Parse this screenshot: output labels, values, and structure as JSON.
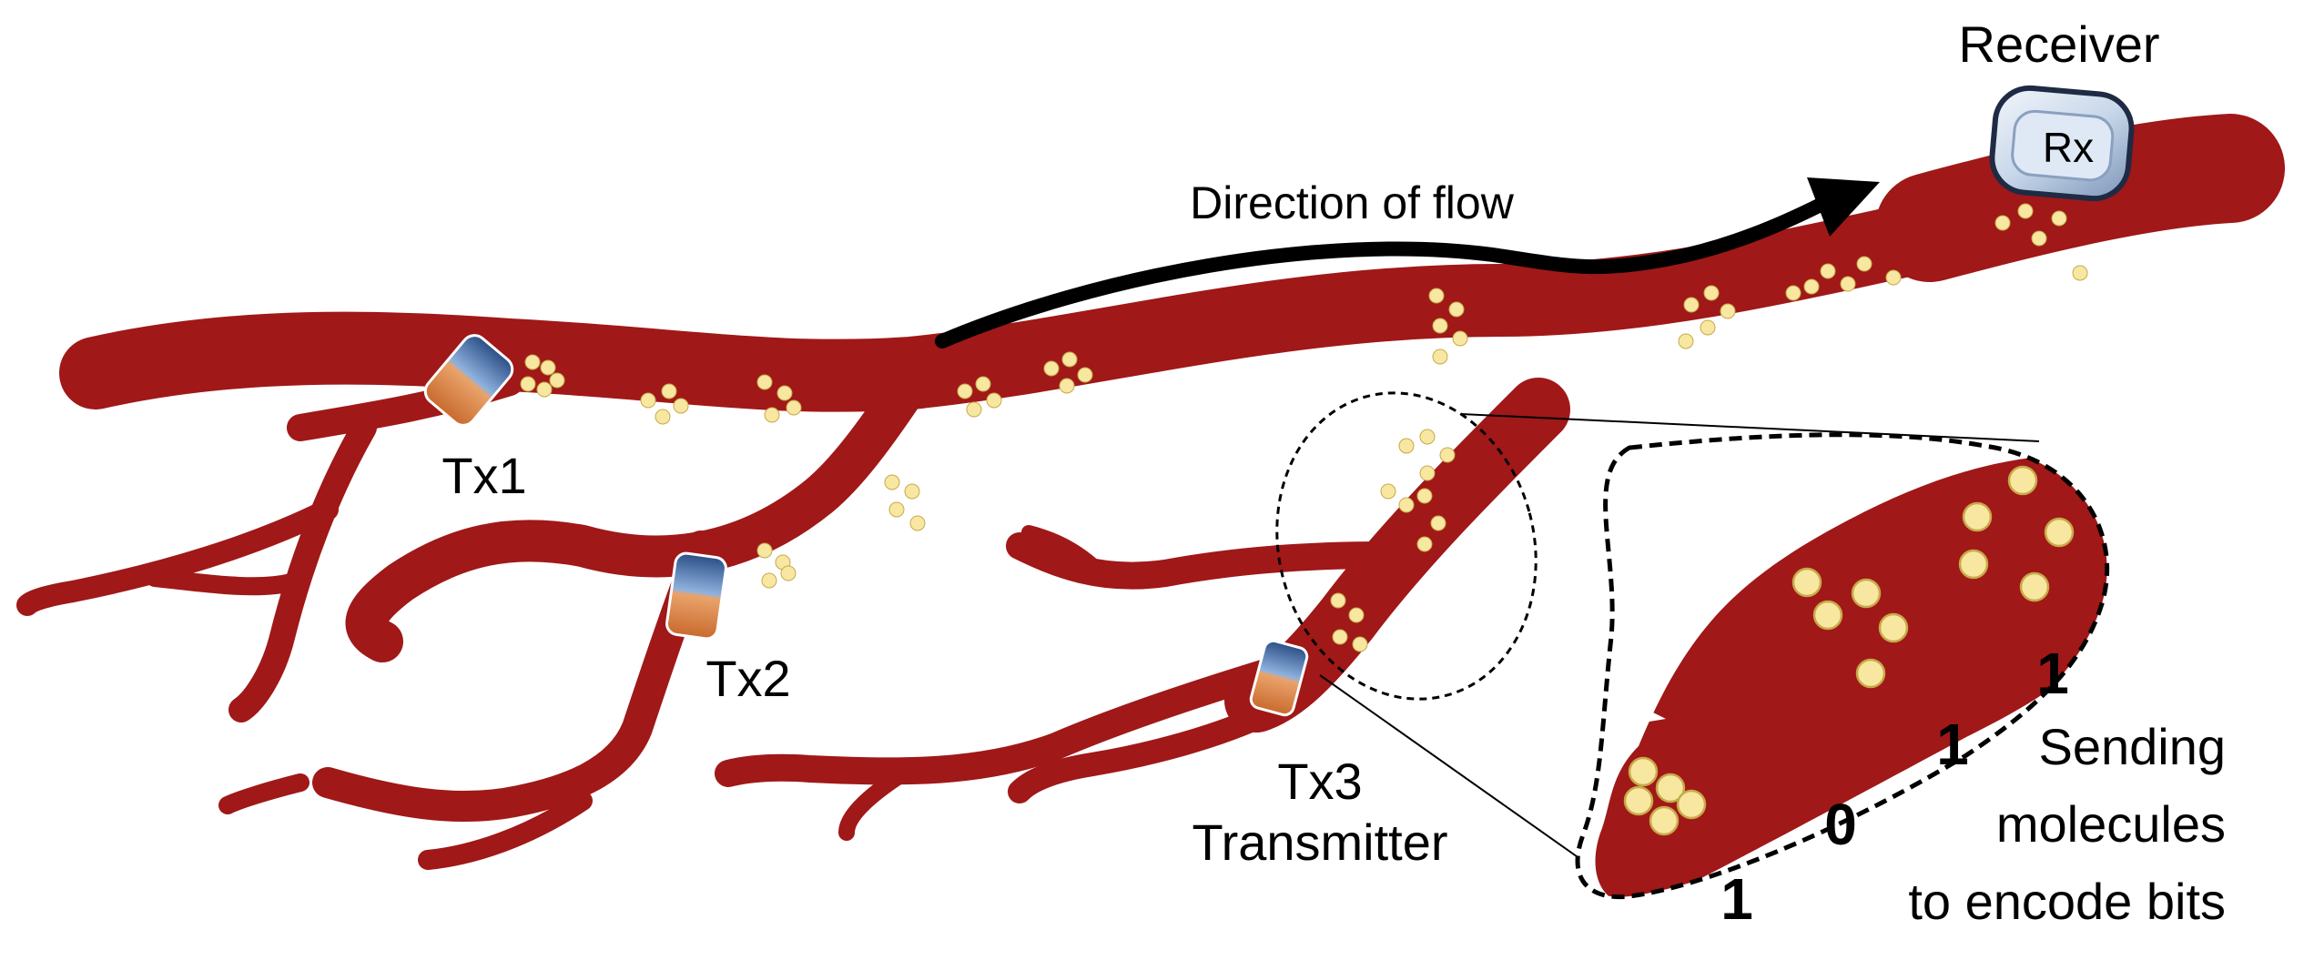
{
  "labels": {
    "receiver": "Receiver",
    "rx": "Rx",
    "direction": "Direction of flow",
    "tx1": "Tx1",
    "tx2": "Tx2",
    "tx3": "Tx3",
    "transmitter": "Transmitter",
    "caption_line1": "Sending",
    "caption_line2": "molecules",
    "caption_line3": "to encode bits"
  },
  "bits": [
    "1",
    "0",
    "1",
    "1"
  ],
  "colors": {
    "vessel": "#a01818",
    "molecule": "#f7e7a1",
    "molecule_stroke": "#c8a94a",
    "arrow": "#000000"
  },
  "icons": [
    "implant-capsule-icon",
    "receiver-device-icon"
  ]
}
